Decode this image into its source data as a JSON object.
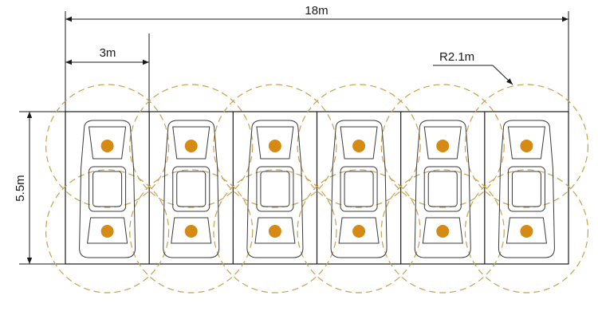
{
  "dimensions": {
    "total_length": "18m",
    "bay_width": "3m",
    "depth": "5.5m",
    "radius": "R2.1m"
  },
  "bays": [
    {
      "id": 1,
      "lights": 2
    },
    {
      "id": 2,
      "lights": 2
    },
    {
      "id": 3,
      "lights": 2
    },
    {
      "id": 4,
      "lights": 2
    },
    {
      "id": 5,
      "lights": 2
    },
    {
      "id": 6,
      "lights": 2
    }
  ],
  "colors": {
    "light": "#d48a13",
    "coverage": "#c9a04c",
    "lines": "#1a1a1a"
  }
}
